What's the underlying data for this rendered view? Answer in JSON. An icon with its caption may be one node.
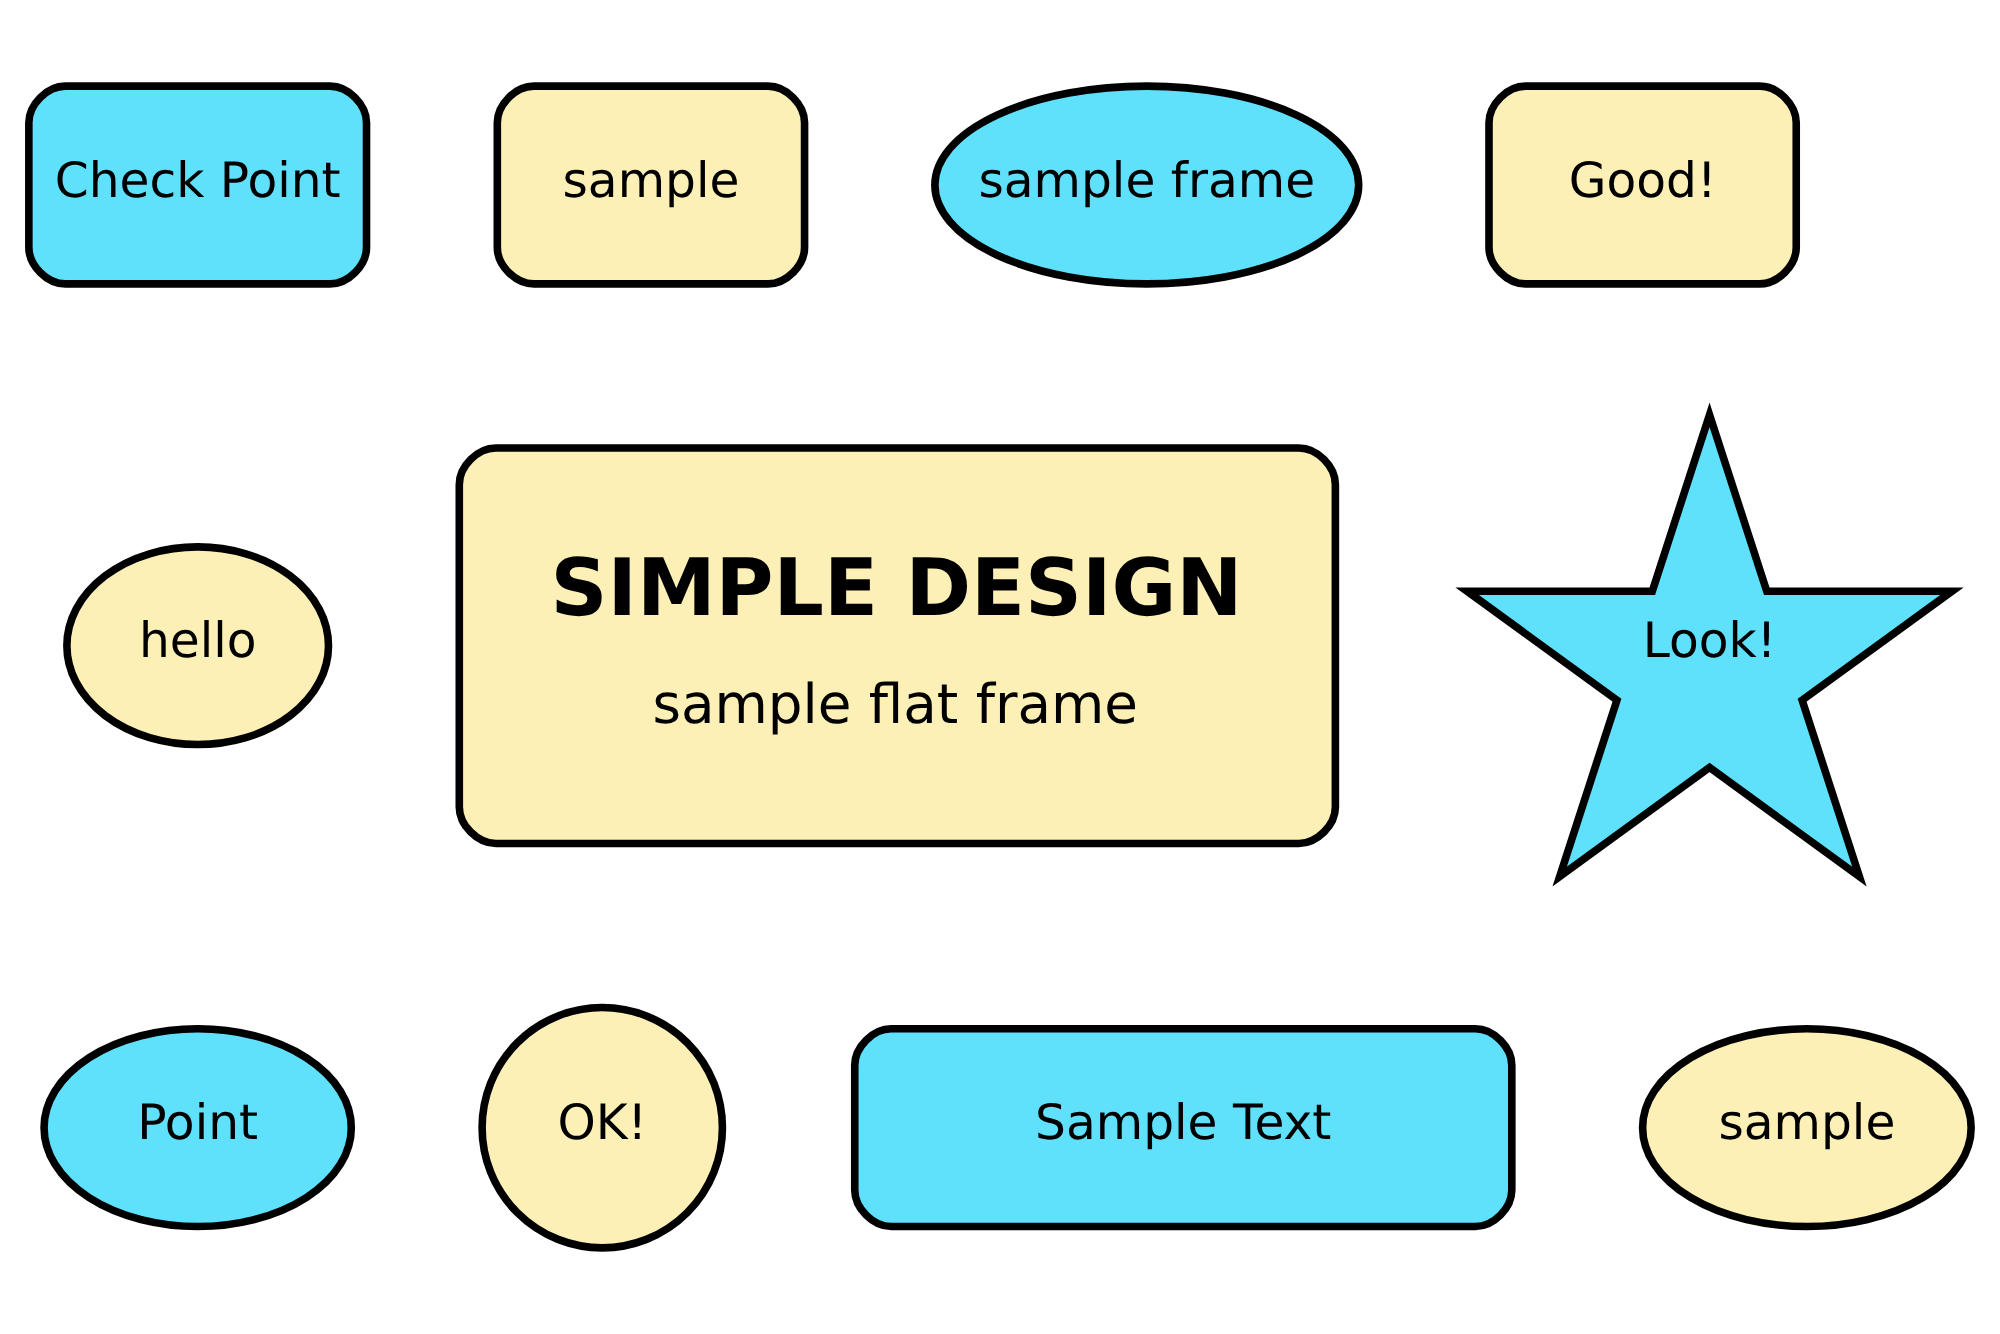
{
  "diagram": {
    "nodes": [
      {
        "text": [
          "Check Point"
        ]
      },
      {
        "text": [
          "sample"
        ]
      },
      {
        "text": [
          "sample frame"
        ]
      },
      {
        "text": [
          "Good!"
        ]
      },
      {
        "text": [
          "hello"
        ]
      },
      {
        "text": [
          "SIMPLE DESIGN",
          "sample flat frame"
        ]
      },
      {
        "text": [
          "Look!"
        ]
      },
      {
        "text": [
          "Point"
        ]
      },
      {
        "text": [
          "OK!"
        ]
      },
      {
        "text": [
          "Sample Text"
        ]
      },
      {
        "text": [
          "sample"
        ]
      }
    ],
    "edges": []
  }
}
